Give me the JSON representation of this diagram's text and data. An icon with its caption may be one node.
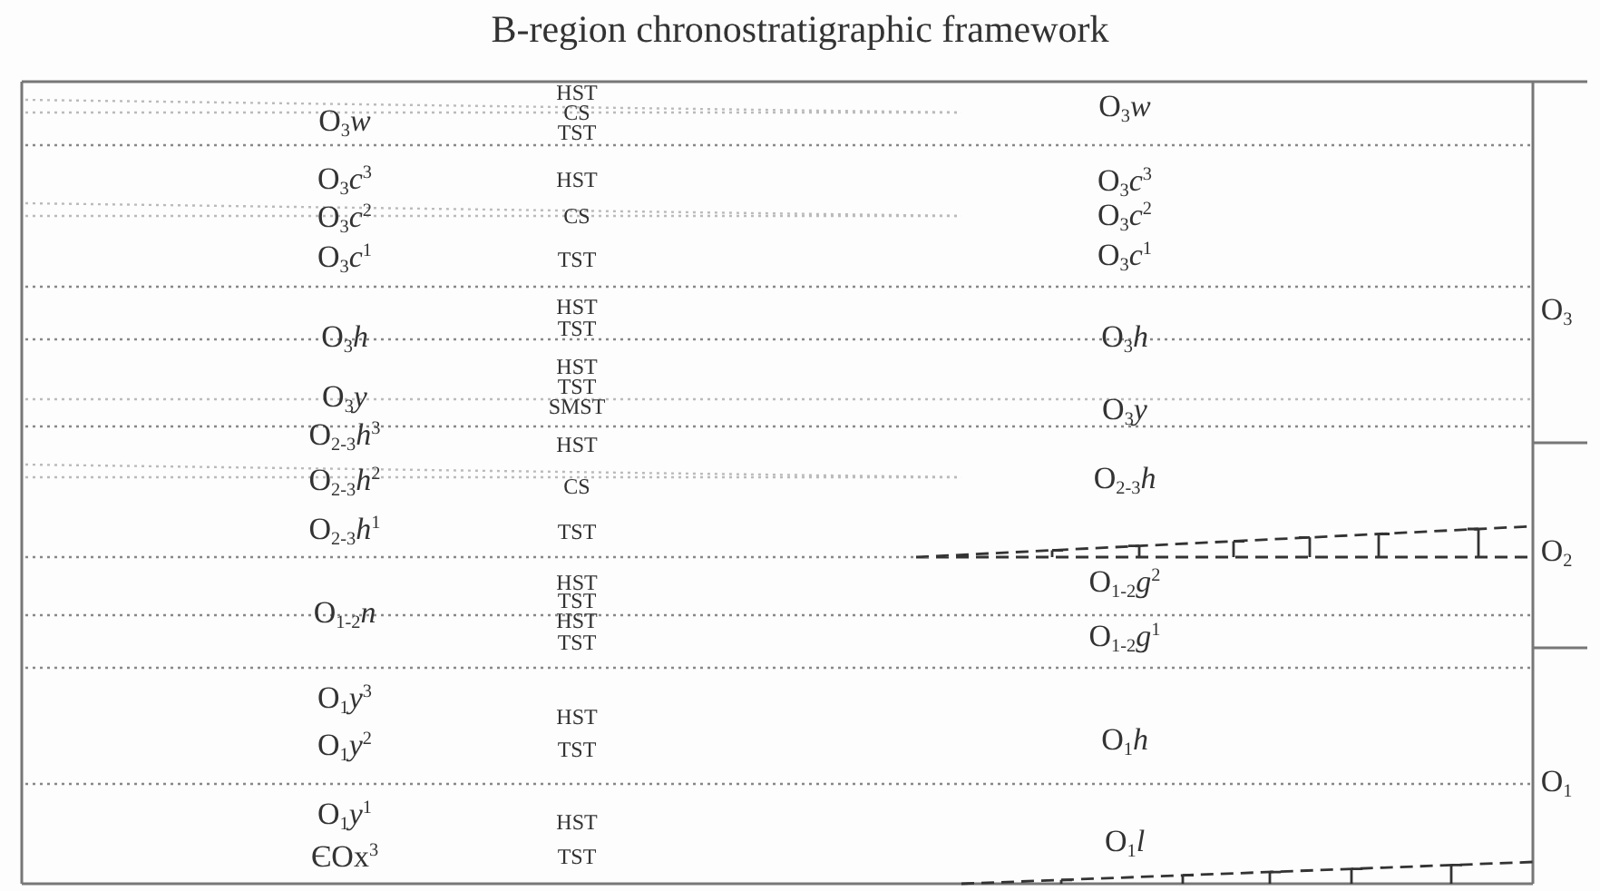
{
  "diagram": {
    "title": "B-region chronostratigraphic framework",
    "labels": [
      "O$_{3}$*w*",
      "O$_{3}$*c*$^{3}$",
      "O$_{3}$*c*$^{2}$",
      "O$_{3}$*c*$^{1}$",
      "O$_{3}$*h*",
      "O$_{3}$*y*",
      "O$_{2-3}$*h*$^{3}$",
      "O$_{2-3}$*h*$^{2}$",
      "O$_{2-3}$*h*$^{1}$",
      "O$_{1-2}$*n*",
      "O$_{1}$*y*$^{3}$",
      "O$_{1}$*y*$^{2}$",
      "O$_{1}$*y*$^{1}$",
      "ЄOx$^{3}$",
      "HST",
      "CS",
      "TST",
      "HST",
      "CS",
      "TST",
      "HST",
      "TST",
      "HST",
      "TST",
      "SMST",
      "HST",
      "CS",
      "TST",
      "HST",
      "TST",
      "HST",
      "TST",
      "HST",
      "TST",
      "HST",
      "TST",
      "O$_{3}$*w*",
      "O$_{3}$*c*$^{3}$",
      "O$_{3}$*c*$^{2}$",
      "O$_{3}$*c*$^{1}$",
      "O$_{3}$*h*",
      "O$_{3}$*y*",
      "O$_{2-3}$*h*",
      "O$_{1-2}$*g*$^{2}$",
      "O$_{1-2}$*g*$^{1}$",
      "O$_{1}$*h*",
      "O$_{1}$*l*",
      "O$_{3}$",
      "O$_{2}$",
      "O$_{1}$"
    ]
  }
}
